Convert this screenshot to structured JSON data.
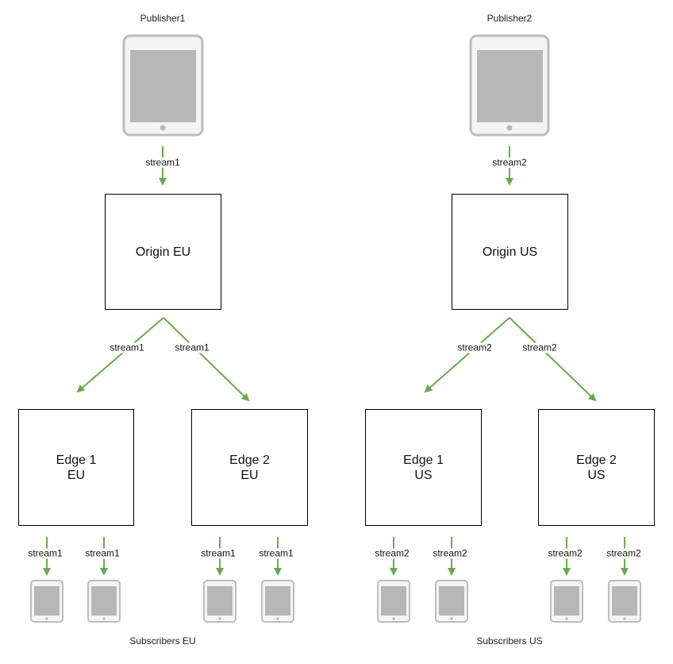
{
  "publishers": [
    {
      "caption": "Publisher1"
    },
    {
      "caption": "Publisher2"
    }
  ],
  "origins": [
    {
      "label": "Origin EU"
    },
    {
      "label": "Origin US"
    }
  ],
  "edges": [
    {
      "label": "Edge 1\nEU"
    },
    {
      "label": "Edge 2\nEU"
    },
    {
      "label": "Edge 1\nUS"
    },
    {
      "label": "Edge 2\nUS"
    }
  ],
  "subscriber_groups": [
    {
      "caption": "Subscribers EU"
    },
    {
      "caption": "Subscribers US"
    }
  ],
  "streams": {
    "eu": "stream1",
    "us": "stream2"
  },
  "colors": {
    "arrow": "#6aaa4f",
    "device_frame": "#bdbdbd",
    "device_screen": "#b7b7b7",
    "device_body": "#f4f4f4"
  },
  "icons": {
    "device": "tablet-icon"
  }
}
